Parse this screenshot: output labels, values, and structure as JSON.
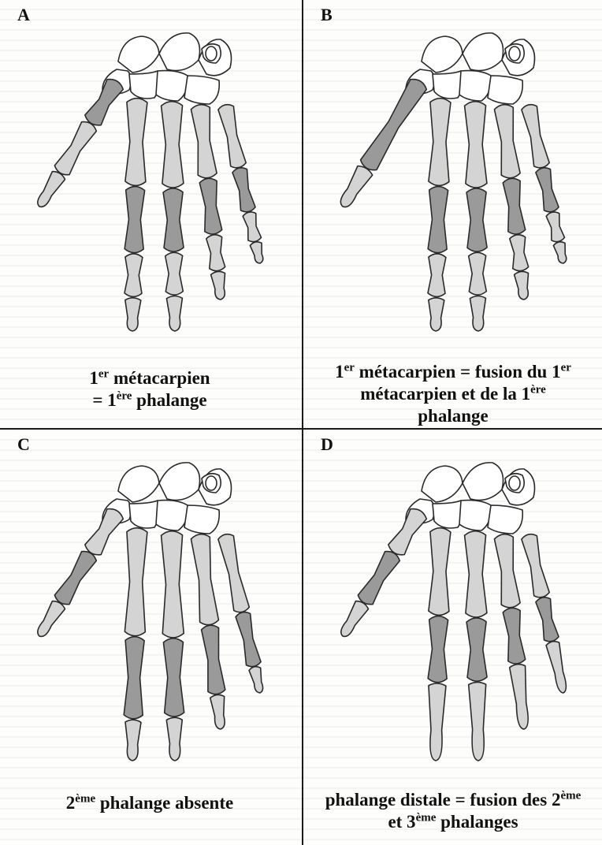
{
  "panels": [
    {
      "letter": "A",
      "caption_lines": [
        [
          {
            "t": "1"
          },
          {
            "sup": "er"
          },
          {
            "t": " métacarpien"
          }
        ],
        [
          {
            "t": "= 1"
          },
          {
            "sup": "ère"
          },
          {
            "t": " phalange"
          }
        ]
      ]
    },
    {
      "letter": "B",
      "caption_lines": [
        [
          {
            "t": "1"
          },
          {
            "sup": "er"
          },
          {
            "t": "  métacarpien = fusion du 1"
          },
          {
            "sup": "er"
          }
        ],
        [
          {
            "t": "métacarpien et de la 1"
          },
          {
            "sup": "ère"
          }
        ],
        [
          {
            "t": "phalange"
          }
        ]
      ]
    },
    {
      "letter": "C",
      "caption_lines": [
        [
          {
            "t": "2"
          },
          {
            "sup": "ème"
          },
          {
            "t": "  phalange absente"
          }
        ]
      ]
    },
    {
      "letter": "D",
      "caption_lines": [
        [
          {
            "t": "phalange distale = fusion des 2"
          },
          {
            "sup": "ème"
          }
        ],
        [
          {
            "t": "et 3"
          },
          {
            "sup": "ème"
          },
          {
            "t": " phalanges"
          }
        ]
      ]
    }
  ],
  "colors": {
    "bone_light": "#d4d4d4",
    "bone_dark": "#9a9a9a",
    "carpal": "#ffffff",
    "outline": "#2a2a2a"
  }
}
